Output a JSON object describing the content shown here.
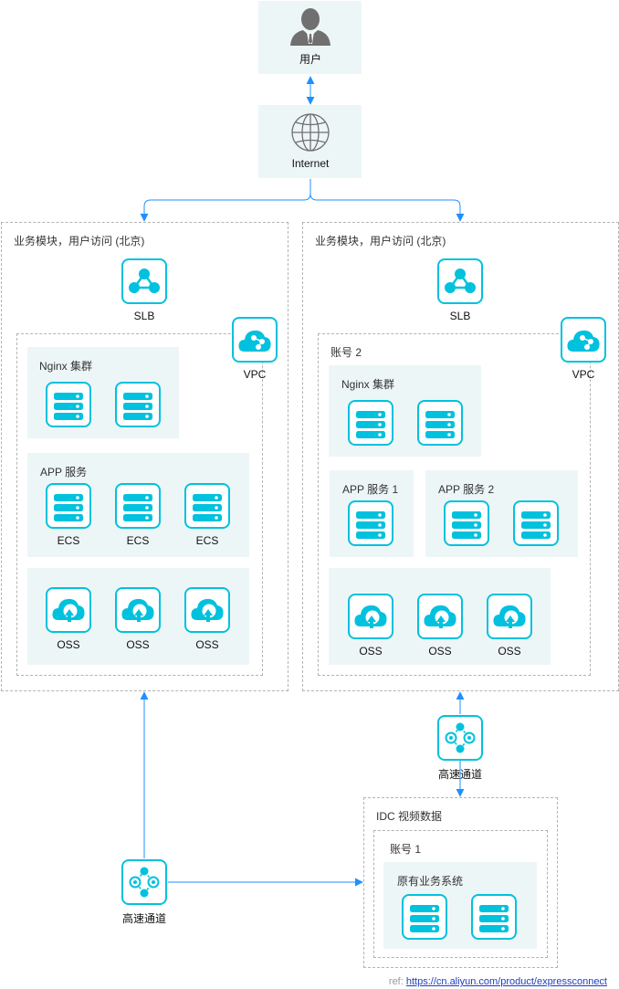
{
  "top": {
    "user_label": "用户",
    "internet_label": "Internet"
  },
  "left_region": {
    "title": "业务模块，用户访问 (北京)",
    "slb_label": "SLB",
    "vpc_label": "VPC",
    "nginx_title": "Nginx 集群",
    "app_title": "APP 服务",
    "ecs_labels": [
      "ECS",
      "ECS",
      "ECS"
    ],
    "oss_labels": [
      "OSS",
      "OSS",
      "OSS"
    ]
  },
  "right_region": {
    "title": "业务模块，用户访问 (北京)",
    "slb_label": "SLB",
    "vpc_label": "VPC",
    "account_title": "账号 2",
    "nginx_title": "Nginx 集群",
    "app1_title": "APP 服务 1",
    "app2_title": "APP 服务 2",
    "oss_labels": [
      "OSS",
      "OSS",
      "OSS"
    ]
  },
  "connect_right_label": "高速通道",
  "connect_left_label": "高速通道",
  "idc": {
    "title": "IDC 视频数据",
    "account_title": "账号 1",
    "system_title": "原有业务系统"
  },
  "ref": {
    "prefix": "ref:",
    "url": "https://cn.aliyun.com/product/expressconnect"
  },
  "colors": {
    "accent": "#00c1de",
    "wire": "#1e90ff",
    "panel": "#edf6f7",
    "dashed": "#b3b3b3"
  }
}
